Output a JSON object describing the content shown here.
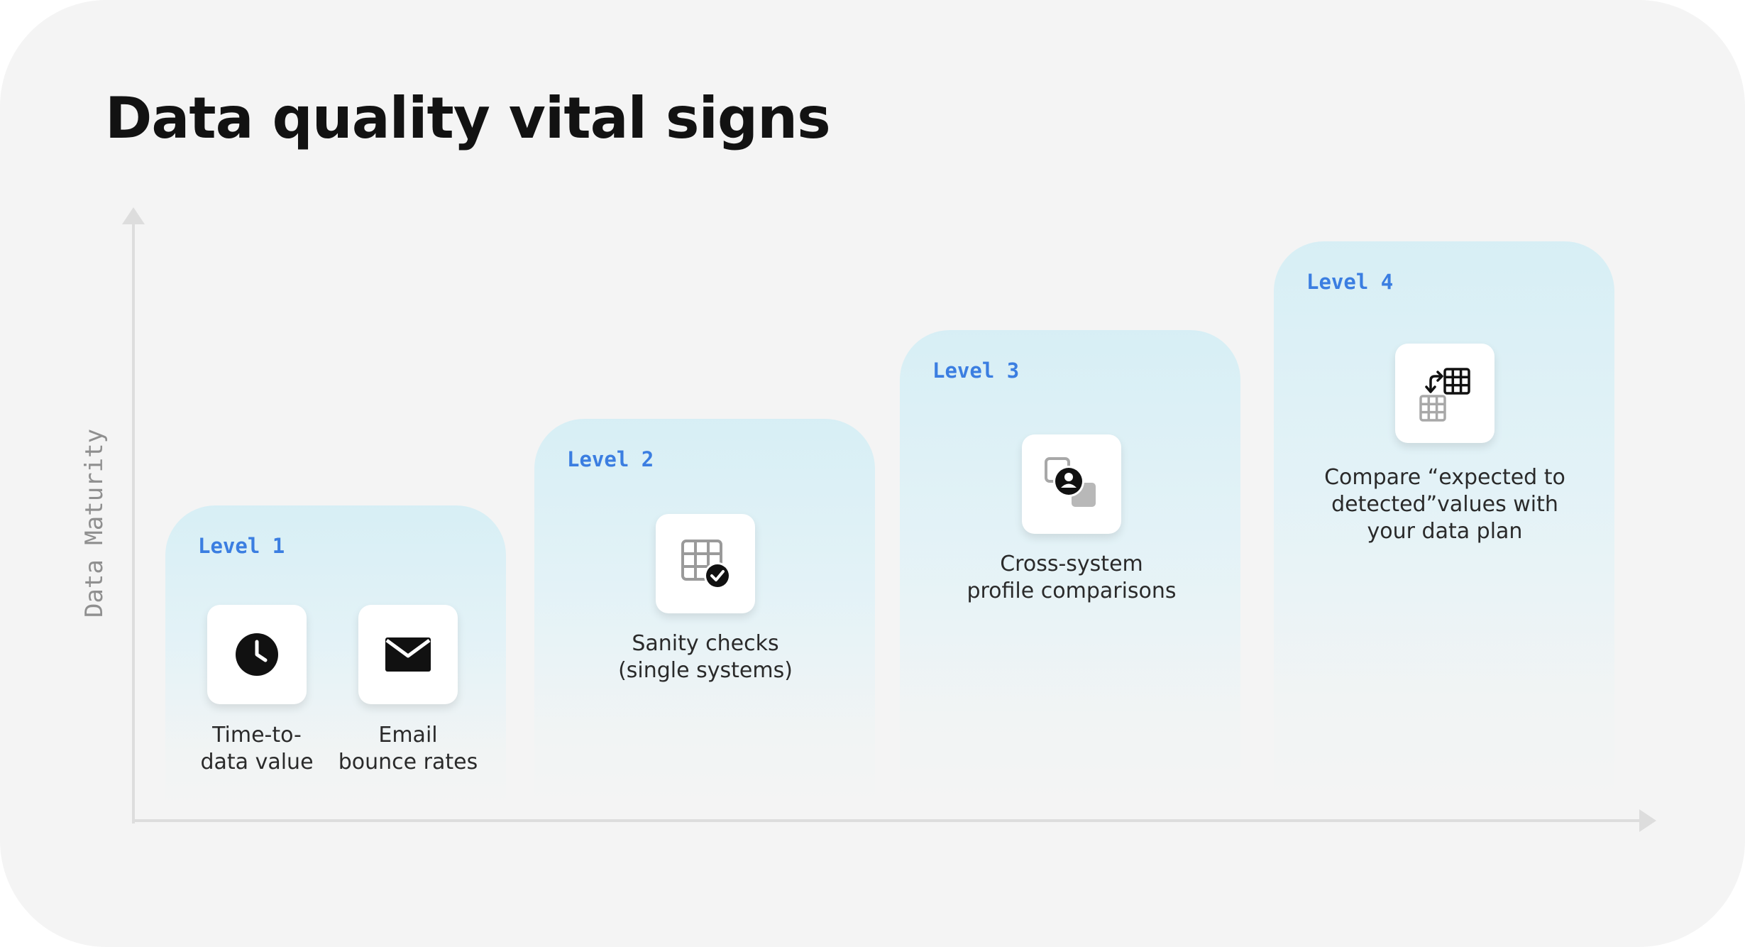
{
  "title": "Data quality vital signs",
  "y_axis_label": "Data Maturity",
  "levels": [
    {
      "label": "Level 1",
      "items": [
        {
          "icon": "clock-icon",
          "line1": "Time-to-",
          "line2": "data value"
        },
        {
          "icon": "envelope-icon",
          "line1": "Email",
          "line2": "bounce rates"
        }
      ]
    },
    {
      "label": "Level 2",
      "items": [
        {
          "icon": "table-check-icon",
          "line1": "Sanity checks",
          "line2": "(single systems)"
        }
      ]
    },
    {
      "label": "Level 3",
      "items": [
        {
          "icon": "profile-compare-icon",
          "line1": "Cross-system",
          "line2": "profile comparisons"
        }
      ]
    },
    {
      "label": "Level 4",
      "items": [
        {
          "icon": "table-compare-icon",
          "line1": "Compare “expected to",
          "line2": "detected”values with",
          "line3": "your data plan"
        }
      ]
    }
  ]
}
